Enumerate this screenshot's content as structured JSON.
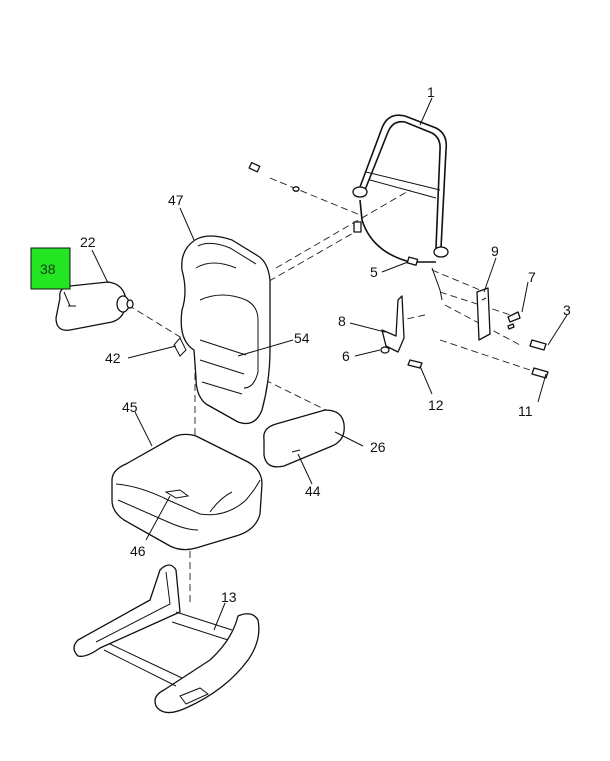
{
  "diagram": {
    "highlight_color": "#22e622",
    "highlighted_callout": "38",
    "callouts": {
      "c1": "1",
      "c3": "3",
      "c5": "5",
      "c6": "6",
      "c7": "7",
      "c8": "8",
      "c9": "9",
      "c11": "11",
      "c12": "12",
      "c13": "13",
      "c22": "22",
      "c26": "26",
      "c38": "38",
      "c42": "42",
      "c44": "44",
      "c45": "45",
      "c46": "46",
      "c47": "47",
      "c54": "54"
    }
  }
}
